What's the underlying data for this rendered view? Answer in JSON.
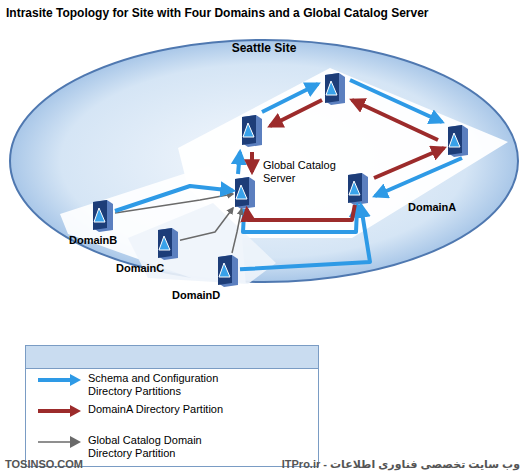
{
  "diagram": {
    "title": "Intrasite Topology for Site with Four Domains and a Global Catalog Server",
    "nodes": [
      {
        "text": [
          "Seattle Site"
        ]
      },
      {
        "text": [
          "Global Catalog Server"
        ],
        "in": 0
      },
      {
        "text": [
          "DomainA"
        ],
        "in": 0
      },
      {
        "text": [
          "DomainB"
        ],
        "in": 0
      },
      {
        "text": [
          "DomainC"
        ],
        "in": 0
      },
      {
        "text": [
          "DomainD"
        ],
        "in": 0
      }
    ],
    "edges": [
      {
        "from": 1,
        "to": 2,
        "arrow": "to"
      },
      {
        "from": 2,
        "to": 1,
        "arrow": "to"
      },
      {
        "from": 3,
        "to": 1,
        "arrow": "to"
      },
      {
        "from": 4,
        "to": 1,
        "arrow": "to"
      },
      {
        "from": 5,
        "to": 1,
        "arrow": "to"
      },
      {
        "from": 5,
        "to": 2,
        "arrow": "to"
      },
      {
        "from": 3,
        "to": 1,
        "arrow": "to"
      }
    ],
    "labels": [
      "TOSINSO.COM",
      "ITPro.ir - وب سایت تخصصی فناوری اطلاعات"
    ],
    "legend": [
      {
        "text": "Schema and Configuration Directory Partitions"
      },
      {
        "text": "DomainA Directory Partition"
      },
      {
        "text": "Global Catalog Domain Directory Partition"
      }
    ]
  }
}
